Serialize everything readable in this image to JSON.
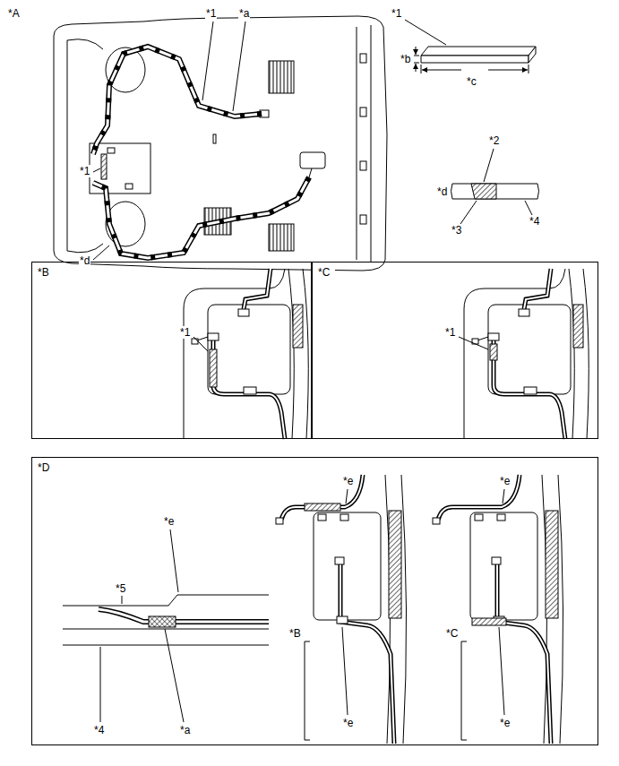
{
  "diagram": {
    "nodes": [
      {
        "text": [
          "*B"
        ]
      },
      {
        "text": [
          "*C"
        ]
      },
      {
        "text": [
          "*D"
        ]
      }
    ],
    "labels": [
      "*A",
      "*1",
      "*a",
      "*1",
      "*d",
      "*1",
      "*b",
      "*c",
      "*2",
      "*d",
      "*3",
      "*4",
      "*1",
      "*1",
      "*e",
      "*5",
      "*4",
      "*a",
      "*B",
      "*e",
      "*e",
      "*C",
      "*e",
      "*e"
    ]
  }
}
